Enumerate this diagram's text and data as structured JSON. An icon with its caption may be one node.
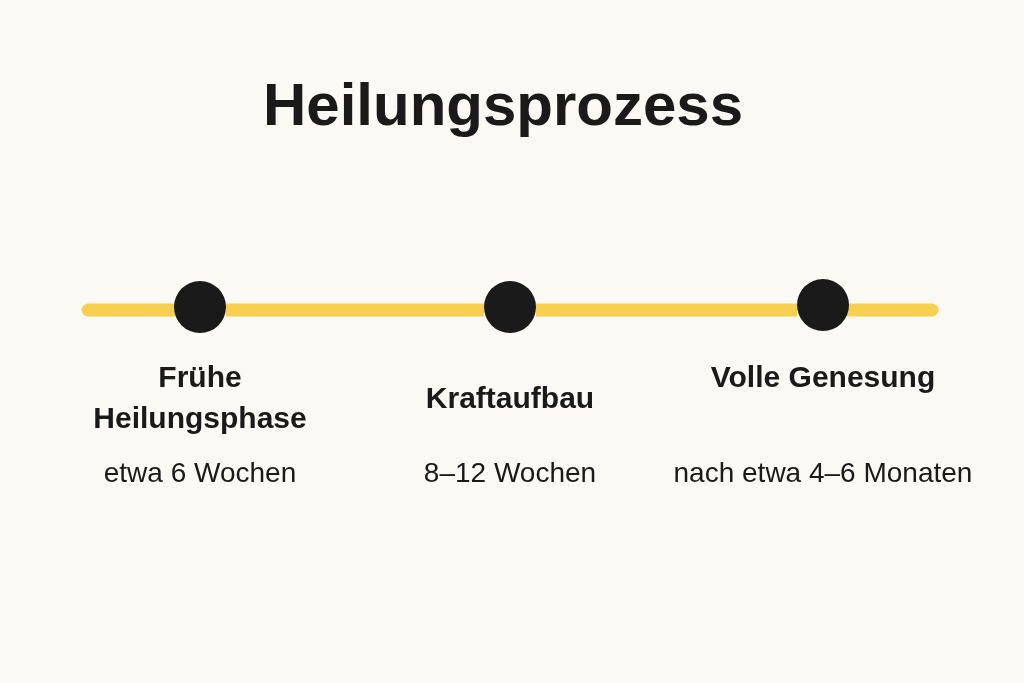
{
  "diagram": {
    "title": "Heilungsprozess",
    "nodes": [
      {
        "text": [],
        "shape": "circle",
        "beside": [
          "Frühe Heilungsphase",
          "etwa 6 Wochen"
        ]
      },
      {
        "text": [],
        "shape": "circle",
        "beside": [
          "Kraftaufbau",
          "8–12 Wochen"
        ]
      },
      {
        "text": [],
        "shape": "circle",
        "beside": [
          "Volle Genesung",
          "nach etwa 4–6 Monaten"
        ]
      }
    ],
    "edges": [
      {
        "from": null,
        "to": 0,
        "arrow": "none"
      },
      {
        "from": 0,
        "to": 1,
        "arrow": "none"
      },
      {
        "from": 1,
        "to": 2,
        "arrow": "none"
      },
      {
        "from": 2,
        "to": null,
        "arrow": "none"
      }
    ]
  }
}
